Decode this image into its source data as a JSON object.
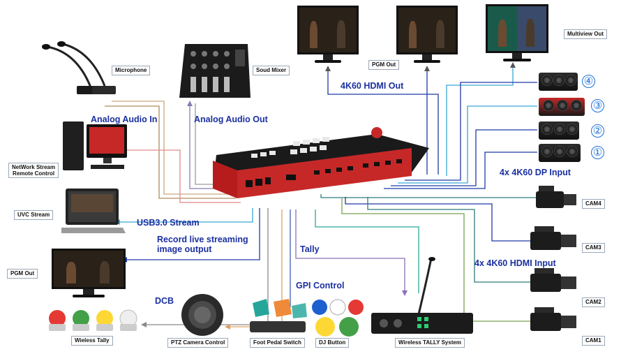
{
  "colors": {
    "tan": "#c9a77a",
    "pink": "#e08a8a",
    "lightblue": "#3aa6d6",
    "navy": "#1f3aa8",
    "gray": "#8a8a8a",
    "orange": "#e0a060",
    "purple": "#8a6fb8",
    "teal": "#2aa89a",
    "darkteal": "#2f7a78",
    "olive": "#7aa050",
    "brand_blue": "#1a2fa0"
  },
  "labels": {
    "microphone": "Microphone",
    "sound_mixer": "Soud Mixer",
    "pgm_out_top": "PGM Out",
    "multiview_out": "Multiview Out",
    "network_stream": "NetWork Stream\nRemote Control",
    "uvc_stream": "UVC Stream",
    "pgm_out_left": "PGM Out",
    "wireless_tally": "Wieless Tally",
    "ptz": "PTZ Camera Control",
    "foot_pedal": "Foot Pedal Switch",
    "dj_button": "DJ Button",
    "tally_system": "Wireless TALLY System",
    "cam4": "CAM4",
    "cam3": "CAM3",
    "cam2": "CAM2",
    "cam1": "CAM1"
  },
  "annotations": {
    "hdmi_out": "4K60 HDMI Out",
    "analog_in": "Analog Audio In",
    "analog_out": "Analog Audio Out",
    "dp_input": "4x 4K60 DP Input",
    "usb": "USB3.0 Stream",
    "record": "Record live streaming\nimage output",
    "tally": "Tally",
    "hdmi_input": "4x 4K60 HDMI Input",
    "gpi": "GPI Control",
    "dcb": "DCB"
  },
  "dp_numbers": [
    "④",
    "③",
    "②",
    "①"
  ]
}
